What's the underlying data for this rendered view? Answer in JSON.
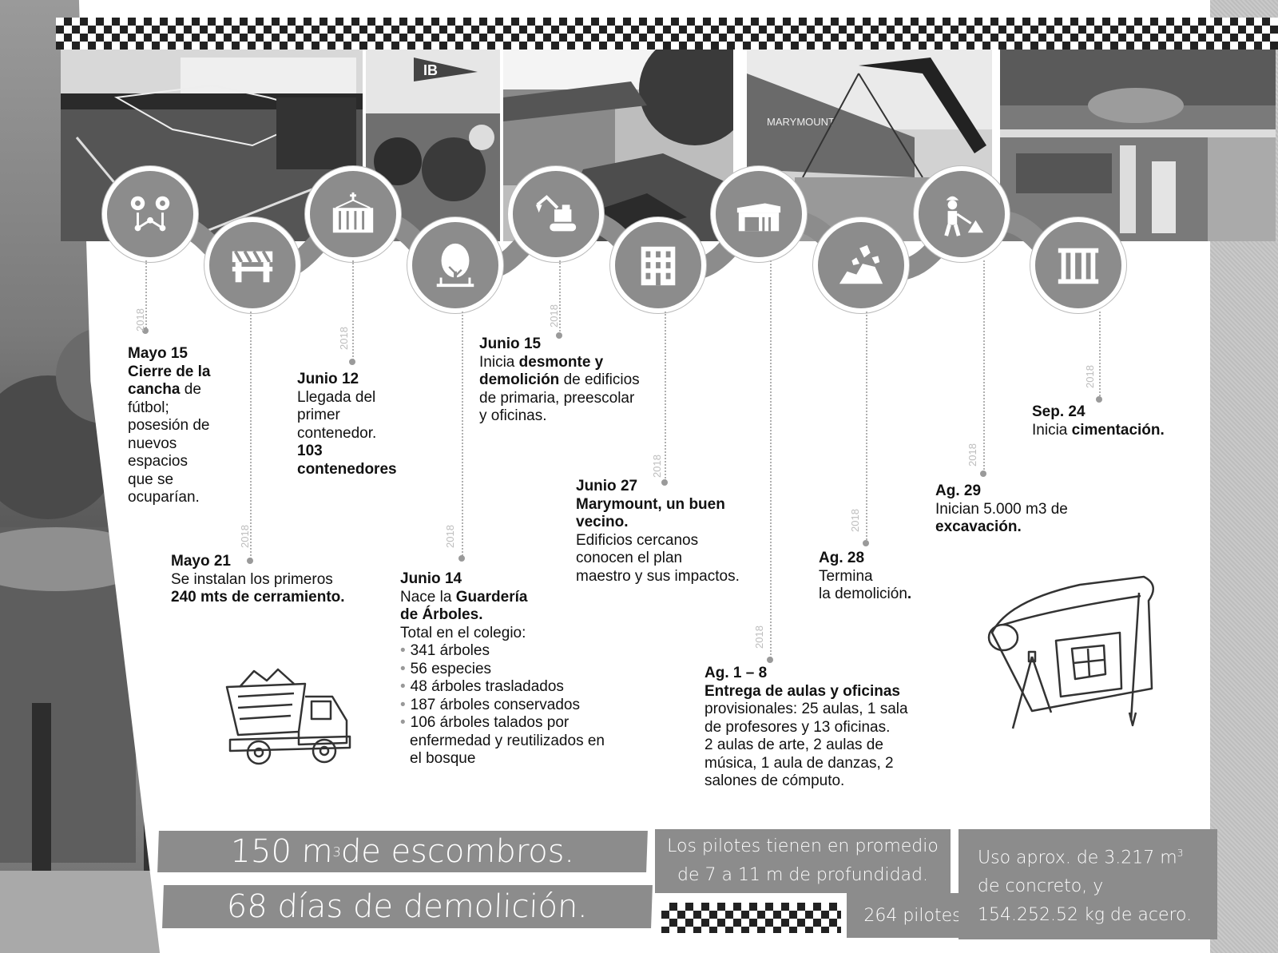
{
  "year_label": "2018",
  "events": [
    {
      "date": "Mayo 15",
      "lines": [
        [
          "Cierre de la",
          "b"
        ],
        [
          "cancha",
          "b",
          " de"
        ],
        [
          "fútbol;"
        ],
        [
          "posesión de"
        ],
        [
          "nuevos"
        ],
        [
          "espacios"
        ],
        [
          "que se"
        ],
        [
          "ocuparían."
        ]
      ]
    },
    {
      "date": "Mayo 21",
      "text1": "Se instalan los primeros",
      "bold1": "240 mts de cerramiento."
    },
    {
      "date": "Junio 12",
      "lines": [
        [
          "Llegada del"
        ],
        [
          "primer"
        ],
        [
          "contenedor."
        ]
      ],
      "bold_lines": [
        "103",
        "contenedores"
      ]
    },
    {
      "date": "Junio 14",
      "text1": "Nace la ",
      "bold1": "Guardería",
      "bold2": "de Árboles.",
      "text2": "Total en el colegio:",
      "list": [
        "341 árboles",
        "56 especies",
        "48 árboles trasladados",
        "187 árboles conservados",
        "106 árboles talados por enfermedad y reutilizados en el bosque"
      ]
    },
    {
      "date": "Junio 15",
      "text1": "Inicia ",
      "bold1": "desmonte y",
      "bold2": "demolición",
      "text2": " de edificios",
      "text3": "de primaria, preescolar",
      "text4": "y oficinas."
    },
    {
      "date": "Junio 27",
      "bold1": "Marymount, un buen",
      "bold2": "vecino.",
      "text1": "Edificios cercanos",
      "text2": "conocen el plan",
      "text3": "maestro y sus impactos."
    },
    {
      "date": "Ag. 1 – 8",
      "bold1": "Entrega de aulas y oficinas",
      "text1": "provisionales:  25 aulas, 1 sala",
      "text2": "de profesores y 13 oficinas.",
      "text3": "2 aulas de arte, 2 aulas de",
      "text4": "música, 1 aula de danzas, 2",
      "text5": "salones de cómputo."
    },
    {
      "date": "Ag. 28",
      "text1": "Termina",
      "text2": "la demolición",
      "end": "."
    },
    {
      "date": "Ag. 29",
      "text1": "Inician 5.000 m3 de",
      "bold1": "excavación."
    },
    {
      "date": "Sep. 24",
      "text1": "Inicia ",
      "bold1": "cimentación."
    }
  ],
  "stats": {
    "escombros_value": "150 m",
    "escombros_sup": "3",
    "escombros_rest": " de escombros.",
    "demolicion": "68 días de demolición.",
    "pilotes_line1": "Los pilotes tienen en promedio",
    "pilotes_line2": "de 7 a 11 m de profundidad.",
    "pilotes_count": "264  pilotes",
    "concreto_line1": "Uso aprox. de 3.217 m",
    "concreto_sup": "3",
    "concreto_line2": "de concreto, y",
    "concreto_line3": "154.252.52 kg de acero."
  },
  "photo_text": {
    "flag": "IB",
    "banner": "MARYMOUNT"
  },
  "icons": [
    "route-icon",
    "barrier-icon",
    "crane-container-icon",
    "tree-icon",
    "excavator-icon",
    "building-icon",
    "warehouse-icon",
    "rocks-icon",
    "worker-digging-icon",
    "foundation-icon"
  ]
}
